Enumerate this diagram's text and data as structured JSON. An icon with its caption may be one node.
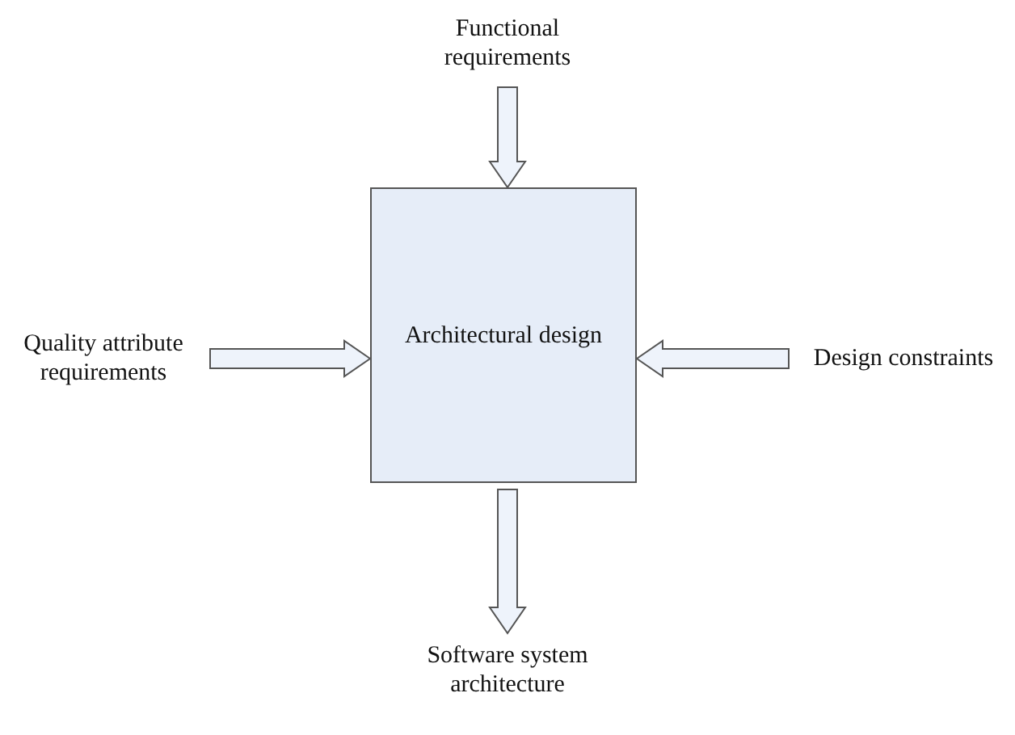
{
  "diagram": {
    "nodes": [
      {
        "text": [
          "Functional requirements"
        ]
      },
      {
        "text": [
          "Quality attribute requirements"
        ]
      },
      {
        "text": [
          "Architectural design"
        ]
      },
      {
        "text": [
          "Design constraints"
        ]
      },
      {
        "text": [
          "Software system architecture"
        ]
      }
    ],
    "edges": [
      {
        "from": 0,
        "to": 2,
        "arrow": "to"
      },
      {
        "from": 1,
        "to": 2,
        "arrow": "to"
      },
      {
        "from": 3,
        "to": 2,
        "arrow": "to"
      },
      {
        "from": 2,
        "to": 4,
        "arrow": "to"
      }
    ]
  }
}
